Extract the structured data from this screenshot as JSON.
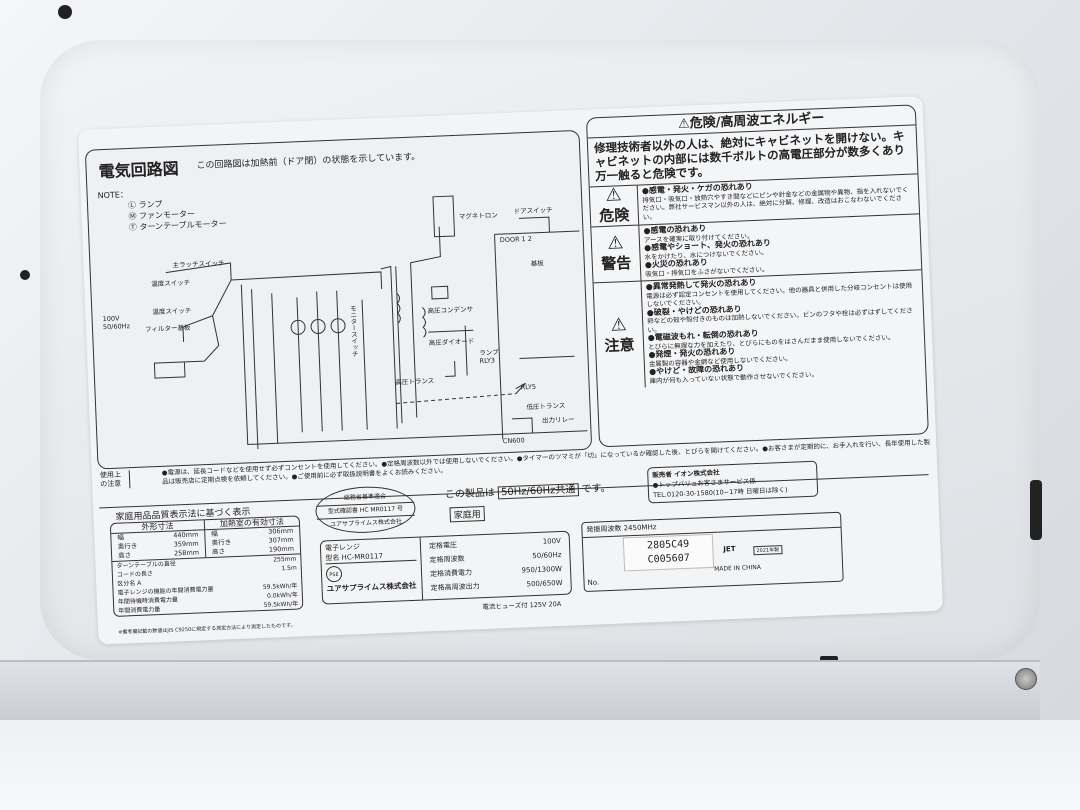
{
  "circuit": {
    "title": "電気回路図",
    "subtitle": "この回路図は加熱前（ドア閉）の状態を示しています。",
    "note_heading": "NOTE：",
    "note_items": [
      "Ⓛ ランプ",
      "Ⓜ ファンモーター",
      "Ⓣ ターンテーブルモーター"
    ],
    "labels": {
      "latch": "主ラッチスイッチ",
      "thermo1": "温度スイッチ",
      "thermo2": "温度スイッチ",
      "power": "100V 50/60Hz",
      "filter": "フィルター基板",
      "magnetron": "マグネトロン",
      "door_switch": "ドアスイッチ",
      "door": "DOOR 1 2",
      "board": "基板",
      "monitor": "モニタースイッチ",
      "capacitor": "高圧コンデンサ",
      "diode": "高圧ダイオード",
      "transformer": "高圧トランス",
      "lamp_relay": "ランプ RLY3",
      "rly5": "RLY5",
      "low_trans": "低圧トランス",
      "relay": "出力リレー",
      "cn": "CN600"
    }
  },
  "warning": {
    "title": "⚠危険/高周波エネルギー",
    "intro": "修理技術者以外の人は、絶対にキャビネットを開けない。キャビネットの内部には数千ボルトの高電圧部分が数多くあり万一触ると危険です。",
    "sections": [
      {
        "level": "危険",
        "items": [
          {
            "head": "●感電・発火・ケガの恐れあり",
            "text": "排気口・吸気口・放熱穴やすき間などにピンや針金などの金属物や異物、指を入れないでください。弊社サービスマン以外の人は、絶対に分解、修理、改造はおこなわないでください。"
          }
        ]
      },
      {
        "level": "警告",
        "items": [
          {
            "head": "●感電の恐れあり",
            "text": "アースを確実に取り付けてください。"
          },
          {
            "head": "●感電やショート、発火の恐れあり",
            "text": "水をかけたり、水につけないでください。"
          },
          {
            "head": "●火災の恐れあり",
            "text": "吸気口・排気口をふさがないでください。"
          }
        ]
      },
      {
        "level": "注意",
        "items": [
          {
            "head": "●異常発熱して発火の恐れあり",
            "text": "電源は必ず認定コンセントを使用してください。他の器具と併用した分岐コンセントは使用しないでください。"
          },
          {
            "head": "●破裂・やけどの恐れあり",
            "text": "卵などの殻や殻付きのものは加熱しないでください。ビンのフタや栓は必ずはずしてください。"
          },
          {
            "head": "●電磁波もれ・転倒の恐れあり",
            "text": "とびらに無理な力を加えたり、とびらにものをはさんだまま使用しないでください。"
          },
          {
            "head": "●発煙・発火の恐れあり",
            "text": "金属製の容器や金網など使用しないでください。"
          },
          {
            "head": "●やけど・故障の恐れあり",
            "text": "庫内が何も入っていない状態で動作させないでください。"
          }
        ]
      }
    ]
  },
  "usage": {
    "heading": "使用上の注意",
    "text": "●電源は、延長コードなどを使用せず必ずコンセントを使用してください。●定格周波数以外では使用しないでください。●タイマーのツマミが「切」になっているか確認した後、とびらを開けてください。●お客さまが定期的に、お手入れを行い、長年使用した製品は販売店に定期点検を依頼してください。●ご使用前に必ず取扱説明書をよくお読みください。"
  },
  "quality": {
    "title": "家庭用品品質表示法に基づく表示",
    "outer_header": "外形寸法",
    "inner_header": "加熱室の有効寸法",
    "outer": [
      [
        "幅",
        "440mm"
      ],
      [
        "奥行き",
        "359mm"
      ],
      [
        "高さ",
        "258mm"
      ]
    ],
    "inner": [
      [
        "幅",
        "306mm"
      ],
      [
        "奥行き",
        "307mm"
      ],
      [
        "高さ",
        "190mm"
      ]
    ],
    "extra": [
      [
        "ターンテーブルの直径",
        "255mm"
      ],
      [
        "コードの長さ",
        "1.5m"
      ],
      [
        "区分名 A",
        ""
      ],
      [
        "電子レンジの機能の年間消費電力量",
        "59.5kWh/年"
      ],
      [
        "年間待機時消費電力量",
        "0.0kWh/年"
      ],
      [
        "年間消費電力量",
        "59.5kWh/年"
      ]
    ]
  },
  "seal": {
    "top": "総務省基準適合",
    "middle": "型式確認書 HC MR0117 号",
    "bottom": "ユアサプライムス株式会社"
  },
  "frequency": {
    "prefix": "この製品は",
    "value": "50Hz/60Hz共通",
    "suffix": "です。",
    "home_use": "家庭用"
  },
  "seller": {
    "line1": "販売者 イオン株式会社",
    "line2": "●トップバリュお客さまサービス係",
    "line3": "TEL.0120-30-1580(10−17時 日曜日は除く)"
  },
  "model": {
    "product": "電子レンジ",
    "model_name": "型名 HC-MR0117",
    "pse": "PSE",
    "maker": "ユアサプライムス株式会社",
    "specs": [
      [
        "定格電圧",
        "100V"
      ],
      [
        "定格周波数",
        "50/60Hz"
      ],
      [
        "定格消費電力",
        "950/1300W"
      ],
      [
        "定格高周波出力",
        "500/650W"
      ]
    ],
    "fuse": "電流ヒューズ付 125V 20A"
  },
  "serial": {
    "oscillation": "発振周波数 2450MHz",
    "number_label": "No.",
    "code1": "2805C49",
    "code2": "C005607",
    "jet": "JET",
    "year": "2021年製",
    "made_in": "MADE IN CHINA"
  },
  "footnote": "※備考欄記載の数値はJIS C9250に規定する測定方法により測定したものです。"
}
